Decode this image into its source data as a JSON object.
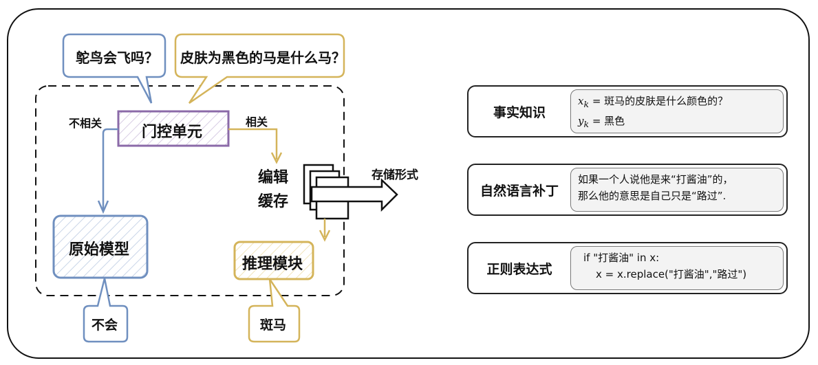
{
  "questions": {
    "ostrich": "鸵鸟会飞吗？",
    "zebra": "皮肤为黑色的马是什么马？"
  },
  "gate": {
    "label": "门控单元",
    "irrelevant_label": "不相关",
    "relevant_label": "相关"
  },
  "edit_cache": {
    "line1": "编辑",
    "line2": "缓存"
  },
  "original_model": {
    "label": "原始模型",
    "answer": "不会"
  },
  "reasoning_module": {
    "label": "推理模块",
    "answer": "斑马"
  },
  "storage_arrow_label": "存储形式",
  "storage_forms": [
    {
      "title": "事实知识",
      "line1_var": "x",
      "line1_sub": "k",
      "line1_text": "= 斑马的皮肤是什么颜色的？",
      "line2_var": "y",
      "line2_sub": "k",
      "line2_text": "= 黑色"
    },
    {
      "title": "自然语言补丁",
      "line1": "如果一个人说他是来“打酱油”的，",
      "line2": "那么他的意思是自己只是“路过”."
    },
    {
      "title": "正则表达式",
      "line1": "if \"打酱油\" in x:",
      "line2": "x = x.replace(\"打酱油\",\"路过\")"
    }
  ],
  "colors": {
    "blue": "#6f8fbf",
    "blue_fill": "#dfe7f3",
    "gold": "#d4b45a",
    "gold_fill": "#f7edcc",
    "purple": "#8b6aa8",
    "purple_fill": "#e6dff0"
  }
}
